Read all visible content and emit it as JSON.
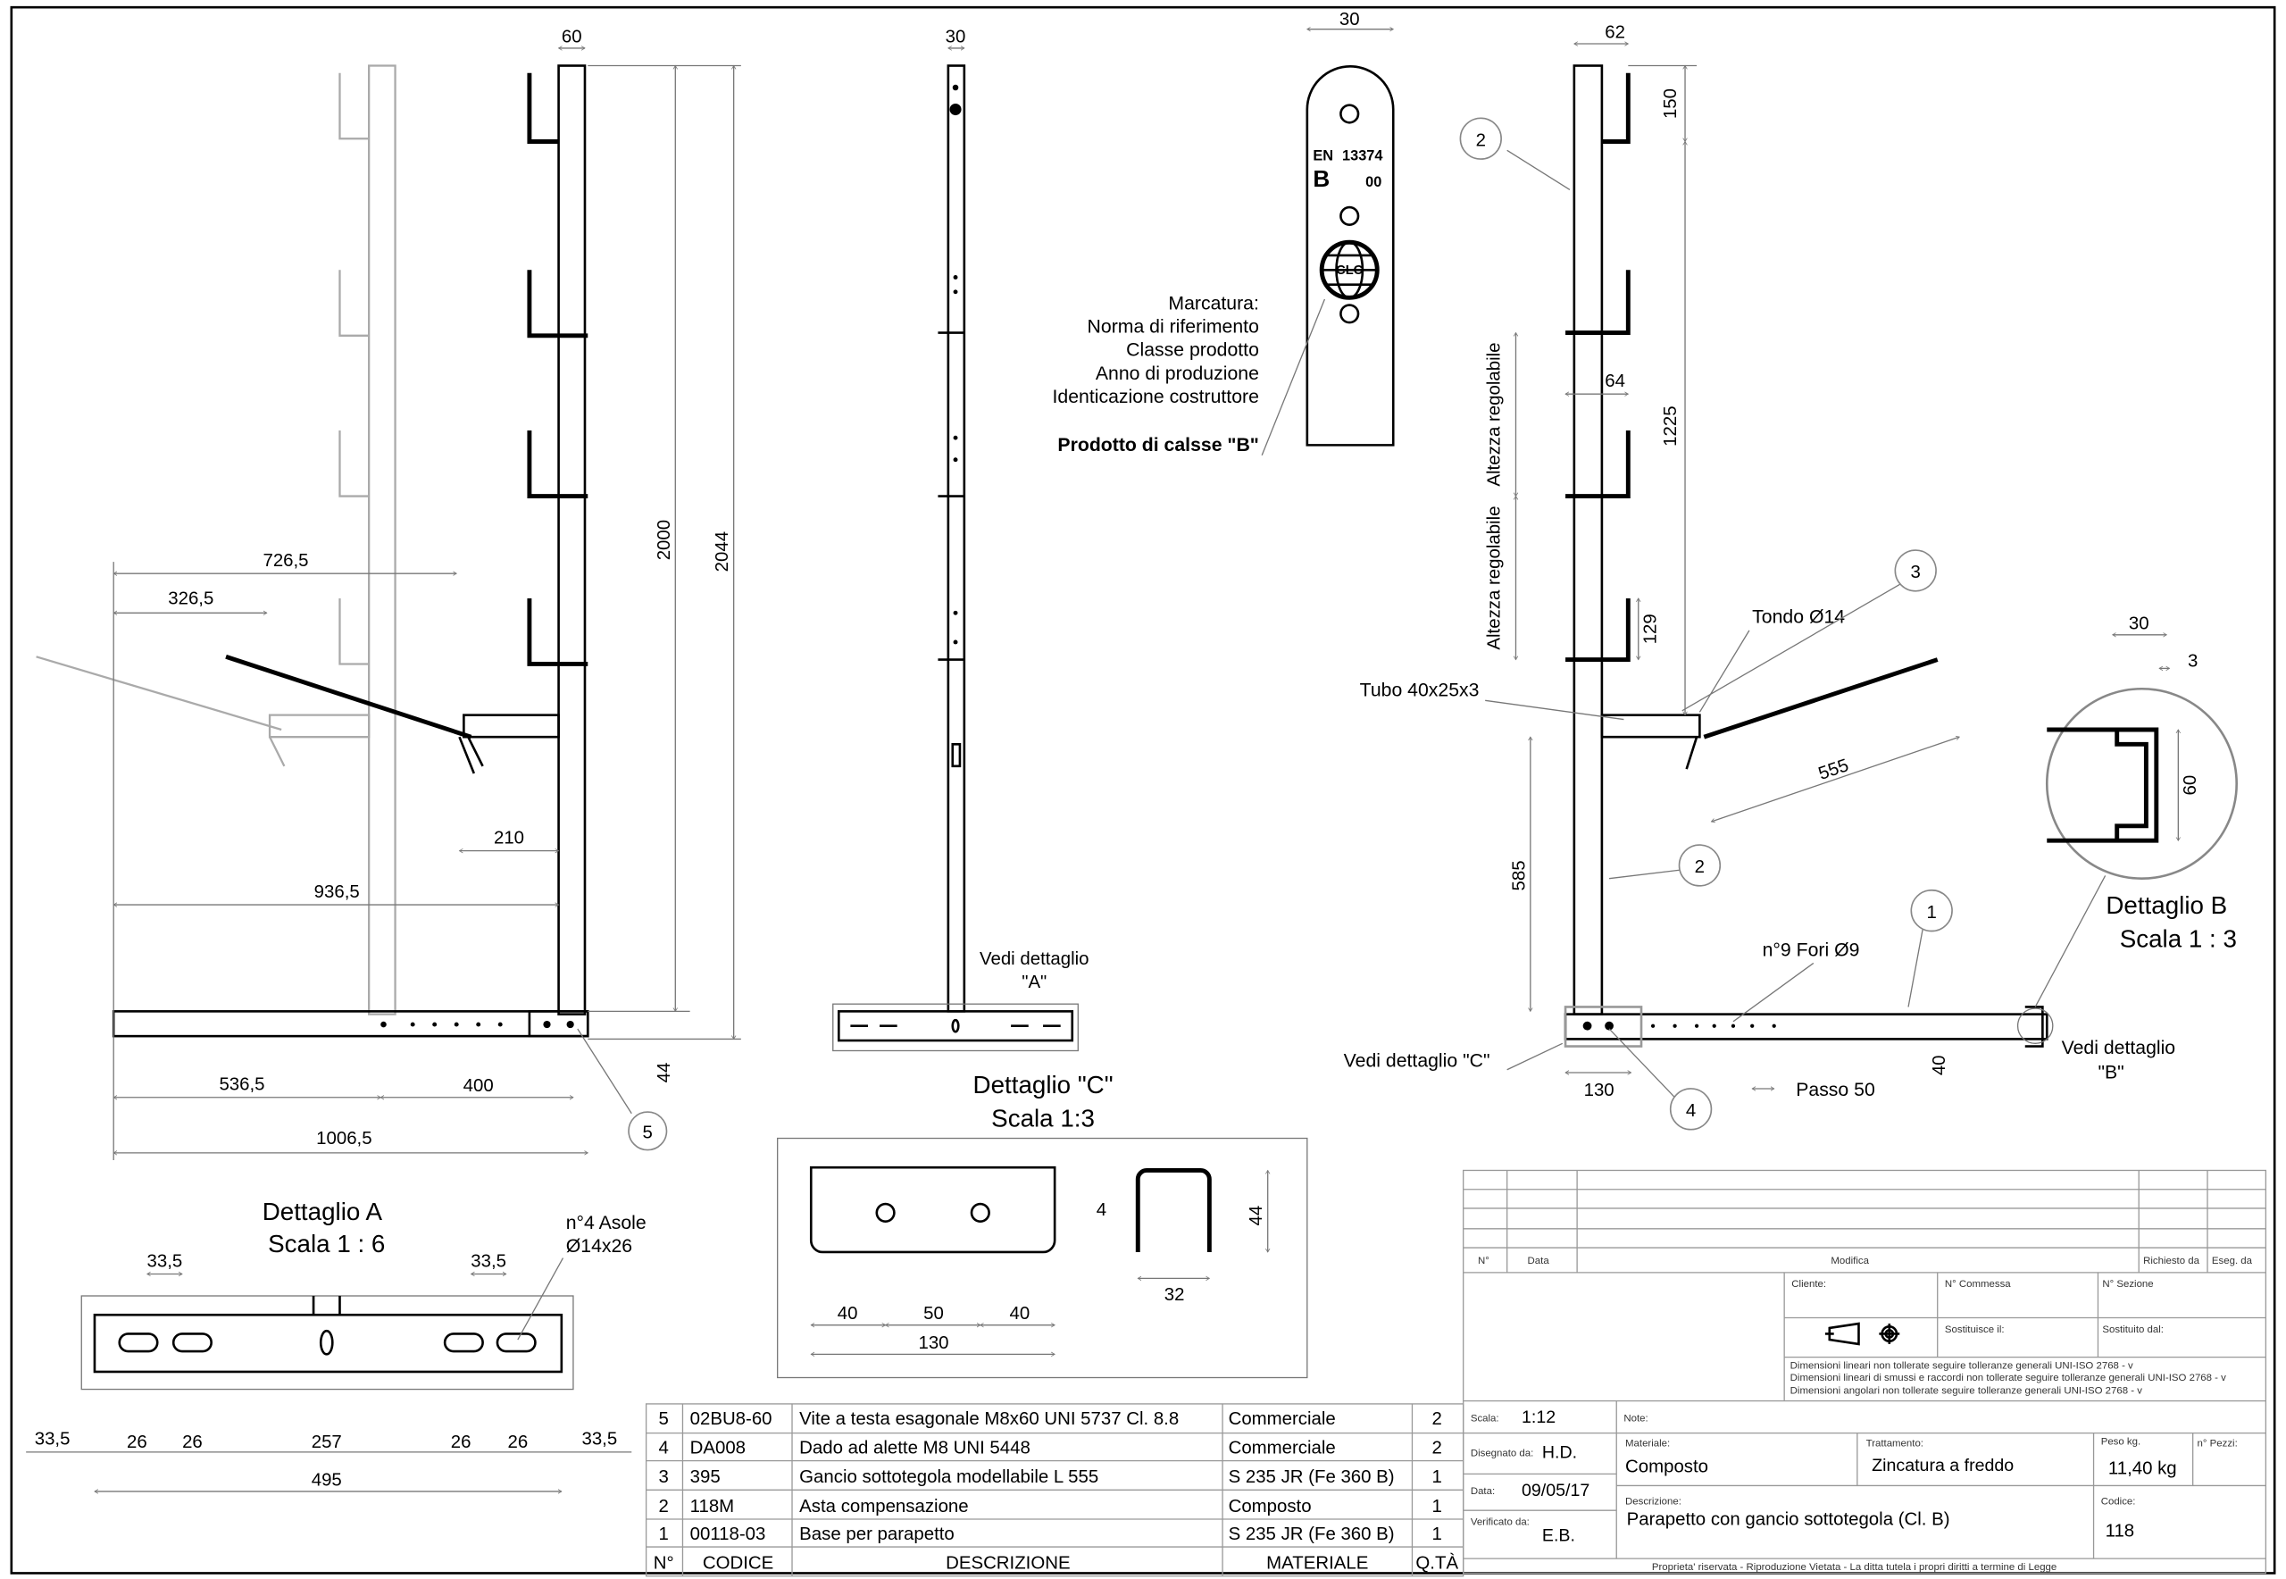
{
  "elevation": {
    "dims": [
      "60",
      "2000",
      "2044",
      "726,5",
      "326,5",
      "210",
      "936,5",
      "536,5",
      "400",
      "1006,5",
      "44"
    ],
    "balloon": "5"
  },
  "side": {
    "dims": [
      "30"
    ],
    "detail_ref": [
      "Vedi dettaglio",
      "\"A\""
    ]
  },
  "marking": {
    "dim": "30",
    "plate_text": [
      "EN",
      "13374",
      "B",
      "00"
    ],
    "logo_text": "CLC",
    "labels": [
      "Marcatura:",
      "Norma di riferimento",
      "Classe prodotto",
      "Anno di produzione",
      "Identicazione costruttore"
    ],
    "class_label": "Prodotto di calsse \"B\""
  },
  "right": {
    "dims": [
      "62",
      "150",
      "1225",
      "64",
      "129",
      "585",
      "555",
      "130",
      "40",
      "3",
      "30",
      "60"
    ],
    "labels": {
      "alt1": "Altezza regolabile",
      "alt2": "Altezza regolabile",
      "tondo": "Tondo Ø14",
      "tubo": "Tubo 40x25x3",
      "fori": "n°9 Fori Ø9",
      "passo": "Passo 50",
      "det_c": "Vedi dettaglio \"C\"",
      "det_b": [
        "Vedi dettaglio",
        "\"B\""
      ]
    },
    "balloons": [
      "2",
      "3",
      "2",
      "1",
      "4"
    ],
    "detail_b": {
      "title": "Dettaglio B",
      "scale": "Scala 1 : 3"
    }
  },
  "detail_c": {
    "title": "Dettaglio \"C\"",
    "scale": "Scala 1:3",
    "dims": [
      "40",
      "50",
      "40",
      "130",
      "4",
      "32",
      "44"
    ]
  },
  "detail_a": {
    "title": "Dettaglio A",
    "scale": "Scala 1 : 6",
    "note": [
      "n°4 Asole",
      "Ø14x26"
    ],
    "dims_top": [
      "33,5",
      "33,5"
    ],
    "dims_bottom": [
      "33,5",
      "26",
      "26",
      "257",
      "26",
      "26",
      "33,5"
    ],
    "total": "495"
  },
  "parts": {
    "headers": [
      "N°",
      "CODICE",
      "DESCRIZIONE",
      "MATERIALE",
      "Q.TÀ"
    ],
    "rows": [
      [
        "5",
        "02BU8-60",
        "Vite a testa esagonale M8x60 UNI 5737 Cl. 8.8",
        "Commerciale",
        "2"
      ],
      [
        "4",
        "DA008",
        "Dado ad alette M8 UNI 5448",
        "Commerciale",
        "2"
      ],
      [
        "3",
        "395",
        "Gancio sottotegola modellabile L 555",
        "S 235 JR (Fe 360 B)",
        "1"
      ],
      [
        "2",
        "118M",
        "Asta compensazione",
        "Composto",
        "1"
      ],
      [
        "1",
        "00118-03",
        "Base per parapetto",
        "S 235 JR (Fe 360 B)",
        "1"
      ]
    ]
  },
  "title_block": {
    "rev_headers": [
      "N°",
      "Data",
      "Modifica",
      "Richiesto da",
      "Eseg. da"
    ],
    "cliente": "Cliente:",
    "commessa": "N° Commessa",
    "sezione": "N° Sezione",
    "sostituisce": "Sostituisce il:",
    "sostituito": "Sostituito dal:",
    "tolerances": [
      "Dimensioni lineari non tollerate seguire tolleranze generali UNI-ISO 2768 - v",
      "Dimensioni lineari di smussi e raccordi non tollerate seguire tolleranze generali UNI-ISO 2768 - v",
      "Dimensioni angolari non tollerate seguire tolleranze generali UNI-ISO 2768 - v"
    ],
    "scala_label": "Scala:",
    "scala": "1:12",
    "note_label": "Note:",
    "disegnato_label": "Disegnato da:",
    "disegnato": "H.D.",
    "data_label": "Data:",
    "data": "09/05/17",
    "verificato_label": "Verificato da:",
    "verificato": "E.B.",
    "materiale_label": "Materiale:",
    "materiale": "Composto",
    "trattamento_label": "Trattamento:",
    "trattamento": "Zincatura a freddo",
    "peso_label": "Peso kg.",
    "peso": "11,40 kg",
    "pezzi_label": "n° Pezzi:",
    "descrizione_label": "Descrizione:",
    "descrizione": "Parapetto con gancio sottotegola (Cl. B)",
    "codice_label": "Codice:",
    "codice": "118",
    "footer": "Proprieta' riservata - Riproduzione Vietata - La ditta tutela i propri diritti a termine di Legge"
  }
}
